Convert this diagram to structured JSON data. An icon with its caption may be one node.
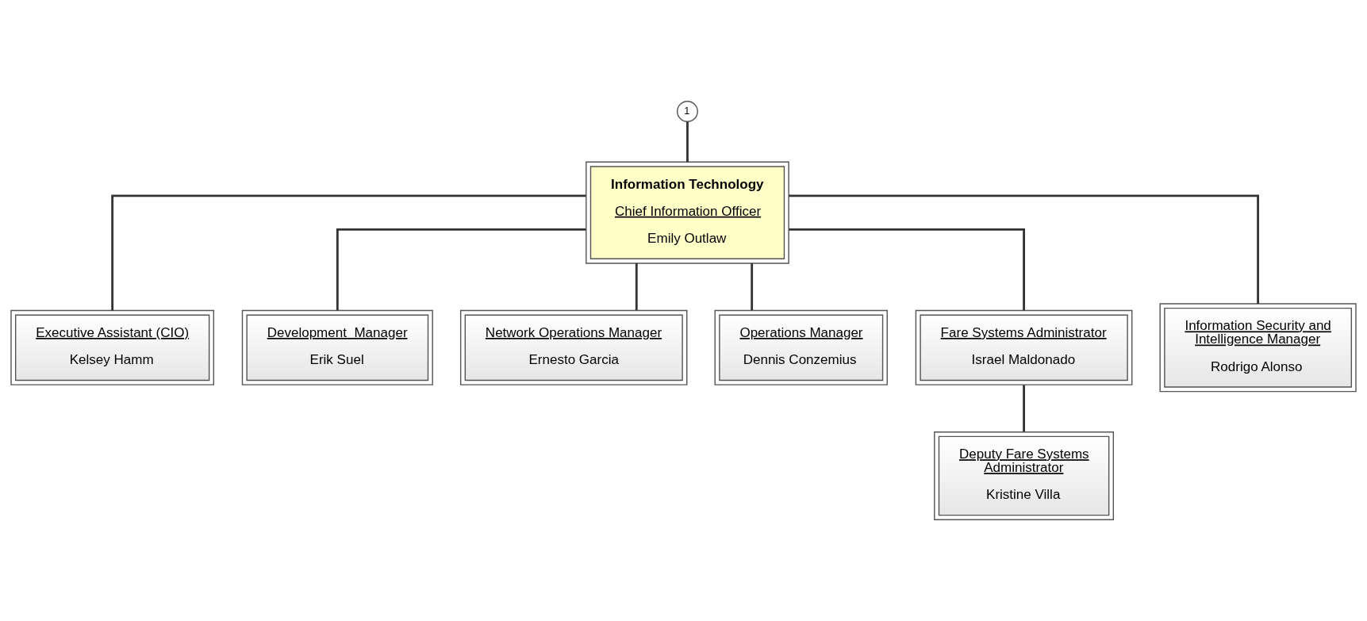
{
  "diagram": {
    "nodes": [
      {
        "text": [
          "1"
        ]
      },
      {
        "text": [
          "Information Technology",
          "Chief Information Officer",
          "Emily Outlaw"
        ]
      },
      {
        "text": [
          "Executive Assistant (CIO)",
          "Kelsey Hamm"
        ]
      },
      {
        "text": [
          "Development  Manager",
          "Erik Suel"
        ]
      },
      {
        "text": [
          "Network Operations Manager",
          "Ernesto Garcia"
        ]
      },
      {
        "text": [
          "Operations Manager",
          "Dennis Conzemius"
        ]
      },
      {
        "text": [
          "Fare Systems Administrator",
          "Israel Maldonado"
        ]
      },
      {
        "text": [
          "Information Security and Intelligence Manager",
          "Rodrigo Alonso"
        ]
      },
      {
        "text": [
          "Deputy Fare Systems Administrator",
          "Kristine Villa"
        ]
      }
    ],
    "edges": [
      {
        "from": 0,
        "to": 1,
        "arrow": "none"
      },
      {
        "from": 1,
        "to": 2,
        "arrow": "none"
      },
      {
        "from": 1,
        "to": 3,
        "arrow": "none"
      },
      {
        "from": 1,
        "to": 4,
        "arrow": "none"
      },
      {
        "from": 1,
        "to": 5,
        "arrow": "none"
      },
      {
        "from": 1,
        "to": 6,
        "arrow": "none"
      },
      {
        "from": 1,
        "to": 7,
        "arrow": "none"
      },
      {
        "from": 6,
        "to": 8,
        "arrow": "none"
      }
    ]
  }
}
